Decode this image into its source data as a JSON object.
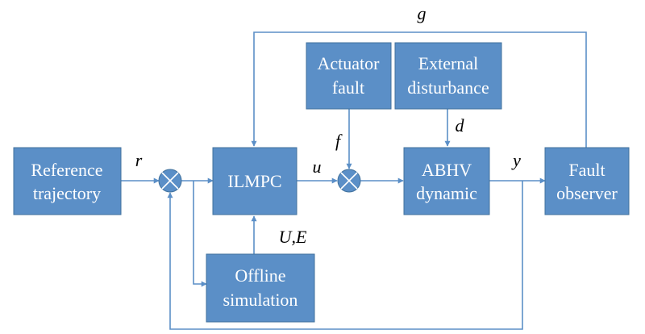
{
  "blocks": {
    "reference": [
      "Reference",
      "trajectory"
    ],
    "ilmpc": [
      "ILMPC"
    ],
    "offline": [
      "Offline",
      "simulation"
    ],
    "actuator": [
      "Actuator",
      "fault"
    ],
    "disturbance": [
      "External",
      "disturbance"
    ],
    "abhv": [
      "ABHV",
      "dynamic"
    ],
    "observer": [
      "Fault",
      "observer"
    ]
  },
  "signals": {
    "r": "r",
    "u": "u",
    "f": "f",
    "d": "d",
    "y": "y",
    "g": "g",
    "ue": "U,E"
  },
  "colors": {
    "block_fill": "#5b8fc7",
    "block_border": "#41719c",
    "wire": "#5b8fc7",
    "block_text": "#ffffff"
  }
}
